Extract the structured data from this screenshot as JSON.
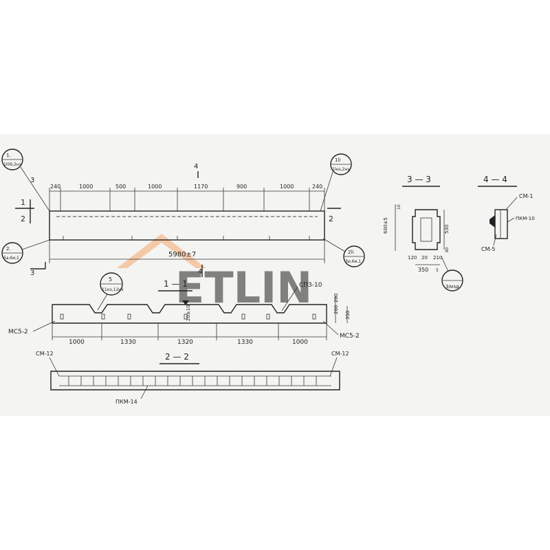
{
  "beam_plan": {
    "spans": [
      "240",
      "1000",
      "500",
      "1000",
      "1170",
      "900",
      "1000",
      "240"
    ],
    "overall": "5980±7",
    "left_markers": [
      "1",
      "2"
    ],
    "right_marker": "2",
    "section3_label": "3",
    "section4_label": "4",
    "callouts": {
      "top_left": {
        "top": "1.",
        "bottom": "1l09,2нз"
      },
      "bottom_left": {
        "top": "2.",
        "bottom": "5a,6и,1"
      },
      "top_right": {
        "top": "1li",
        "bottom": "1lнз,2нз"
      },
      "bottom_right": {
        "top": "2li",
        "bottom": "3и,6и,1"
      }
    }
  },
  "section_1_1": {
    "title": "1 — 1",
    "spans": [
      "1000",
      "1330",
      "1320",
      "1330",
      "1000"
    ],
    "heights": [
      "200",
      "200",
      "350"
    ],
    "mid_dim": "20±10",
    "labels": {
      "left": "МС5-2",
      "right": "МС5-2",
      "top": "СП3-10"
    },
    "callout5": {
      "top": "5",
      "bottom": "11нз,12нз"
    }
  },
  "section_2_2": {
    "title": "2 — 2",
    "labels": {
      "left_top": "СМ-12",
      "right_top": "СМ-12",
      "bottom": "ПКМ-14"
    }
  },
  "section_3_3": {
    "title": "3 — 3",
    "dims": {
      "height_outer": "600±5",
      "height_inner": "530",
      "top": "10",
      "bottom": "80",
      "w1": "120",
      "w2": "20",
      "w3": "210",
      "w_total": "350",
      "w_side": "5"
    },
    "callout": {
      "top": "",
      "bottom": "3/изд"
    }
  },
  "section_4_4": {
    "title": "4 — 4",
    "labels": {
      "top": "СМ-1",
      "right": "ПКМ-10",
      "bottom": "СМ-5"
    }
  },
  "watermark": {
    "text": "ETLIN",
    "accent": "#f3a56b"
  }
}
